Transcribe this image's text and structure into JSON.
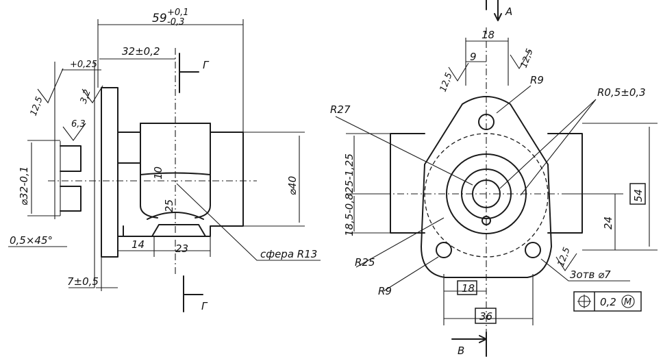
{
  "dimensions": {
    "overall_length": "59",
    "overall_tol_upper": "+0,1",
    "overall_tol_lower": "-0,3",
    "length_32": "32±0,2",
    "tol_025": "+0,25",
    "rough_125": "12,5",
    "rough_32": "3,2",
    "rough_63": "6,3",
    "dia_32": "⌀32-0,1",
    "chamfer": "0,5×45°",
    "seven": "7±0,5",
    "fourteen": "14",
    "twentythree": "23",
    "ten": "10",
    "twentyfive": "25",
    "dia_40": "⌀40",
    "sphere": "сфера R13",
    "section_mark": "Г",
    "view_a": "А",
    "view_b": "В",
    "eighteen_top": "18",
    "nine": "9",
    "rough_125_b": "12,5",
    "rough_125_c": "12,5",
    "r9_top": "R9",
    "r27": "R27",
    "r05": "R0,5±0,3",
    "dim_25_125": "25-1,25",
    "dim_185": "18,5-0,8",
    "r25": "R25",
    "r9_bot": "R9",
    "eighteen_box": "18",
    "thirtysix_box": "36",
    "fiftyfour_box": "54",
    "twentyfour": "24",
    "rough_125_d": "12,5",
    "holes": "3отв ⌀7",
    "position_tol": "0,2",
    "mmc": "M"
  }
}
